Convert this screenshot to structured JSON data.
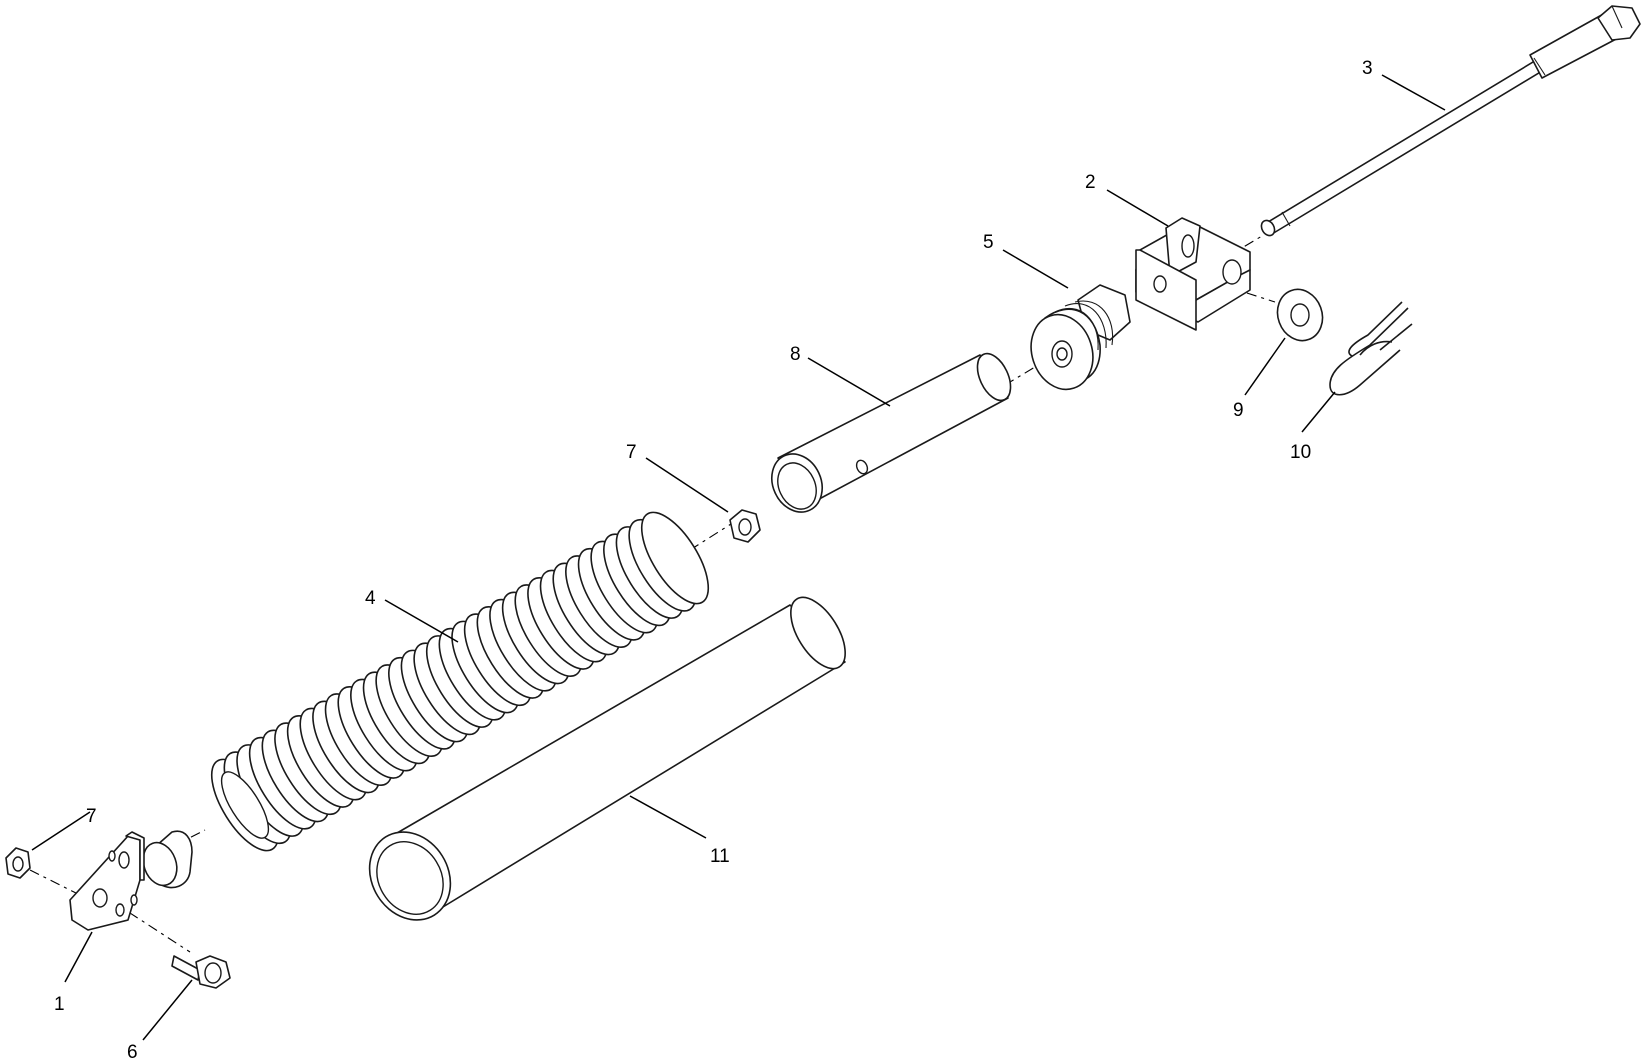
{
  "callouts": {
    "c1": "1",
    "c2": "2",
    "c3": "3",
    "c4": "4",
    "c5": "5",
    "c6": "6",
    "c7a": "7",
    "c7b": "7",
    "c8": "8",
    "c9": "9",
    "c10": "10",
    "c11": "11"
  },
  "colors": {
    "line": "#1a1a1a",
    "background": "#ffffff"
  }
}
